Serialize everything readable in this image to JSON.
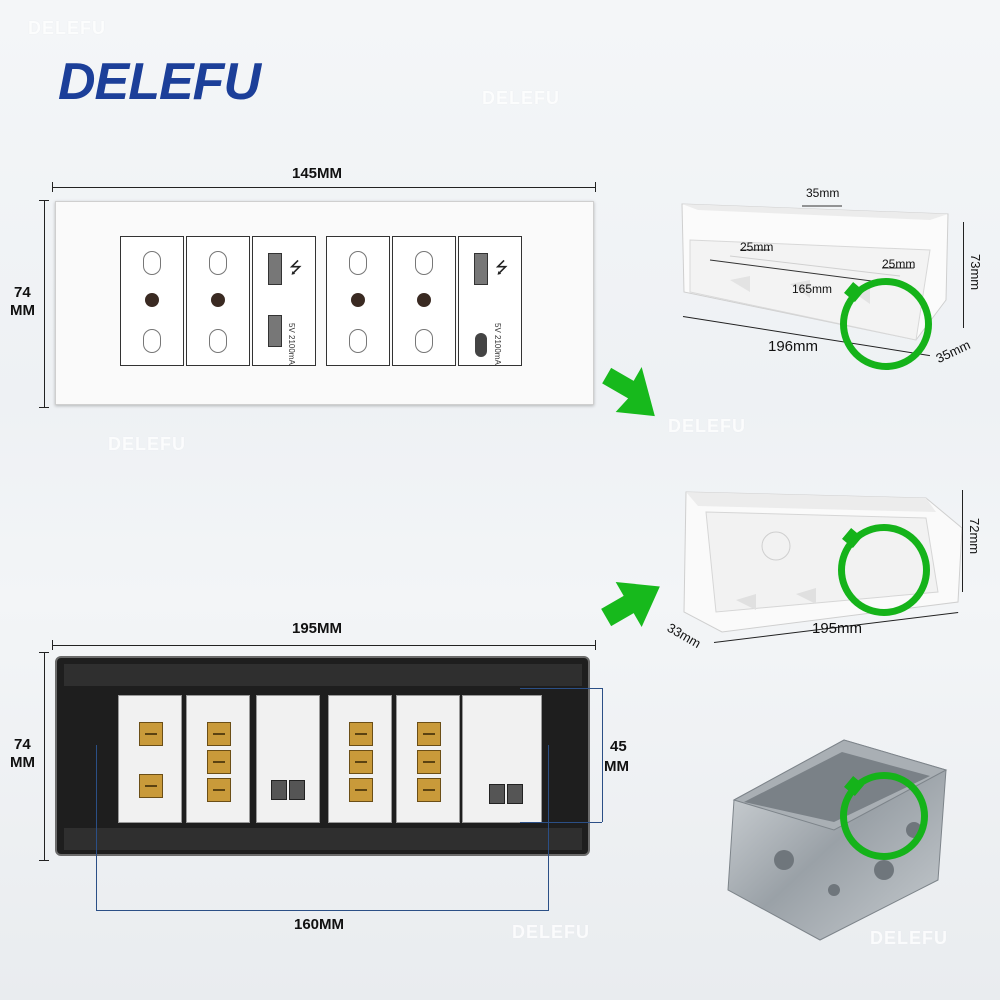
{
  "brand": {
    "logo_text": "DELEFU",
    "color": "#1c3f99"
  },
  "watermark": "DELEFU",
  "colors": {
    "check": "#15b31a",
    "arrow": "#17b91c",
    "dim_line_blue": "#2b4f86"
  },
  "top_plate": {
    "width_label": "145MM",
    "height_label_top": "74",
    "height_label_bottom": "MM",
    "usb_spec": "5V 2100mA"
  },
  "plastic_box_1": {
    "top_label": "35mm",
    "inner_left": "25mm",
    "inner_right": "25mm",
    "inner_span": "165mm",
    "length_label": "196mm",
    "height_label": "73mm",
    "depth_label": "35mm"
  },
  "plastic_box_2": {
    "height_label": "72mm",
    "length_label": "195mm",
    "depth_label": "33mm"
  },
  "bottom_plate": {
    "width_label": "195MM",
    "height_label_top": "74",
    "height_label_bottom": "MM",
    "module_height_top": "45",
    "module_height_bottom": "MM",
    "screw_span_label": "160MM"
  },
  "icons": [
    "check-icon",
    "arrow-icon",
    "usb-icon"
  ]
}
